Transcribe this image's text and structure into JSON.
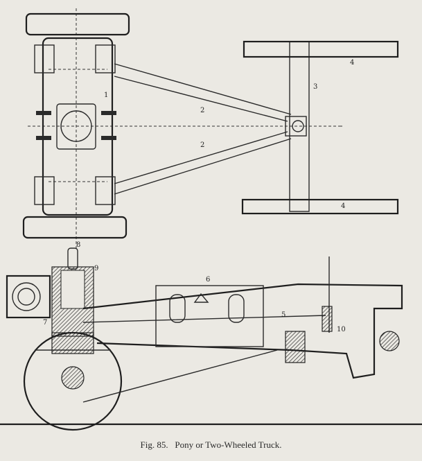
{
  "figure": {
    "caption": "Fig. 85.   Pony or Two-Wheeled Truck.",
    "labels": {
      "l1": "1",
      "l2a": "2",
      "l2b": "2",
      "l3": "3",
      "l4a": "4",
      "l4b": "4",
      "l5": "5",
      "l6": "6",
      "l7": "7",
      "l8": "8",
      "l9": "9",
      "l10": "10"
    }
  }
}
